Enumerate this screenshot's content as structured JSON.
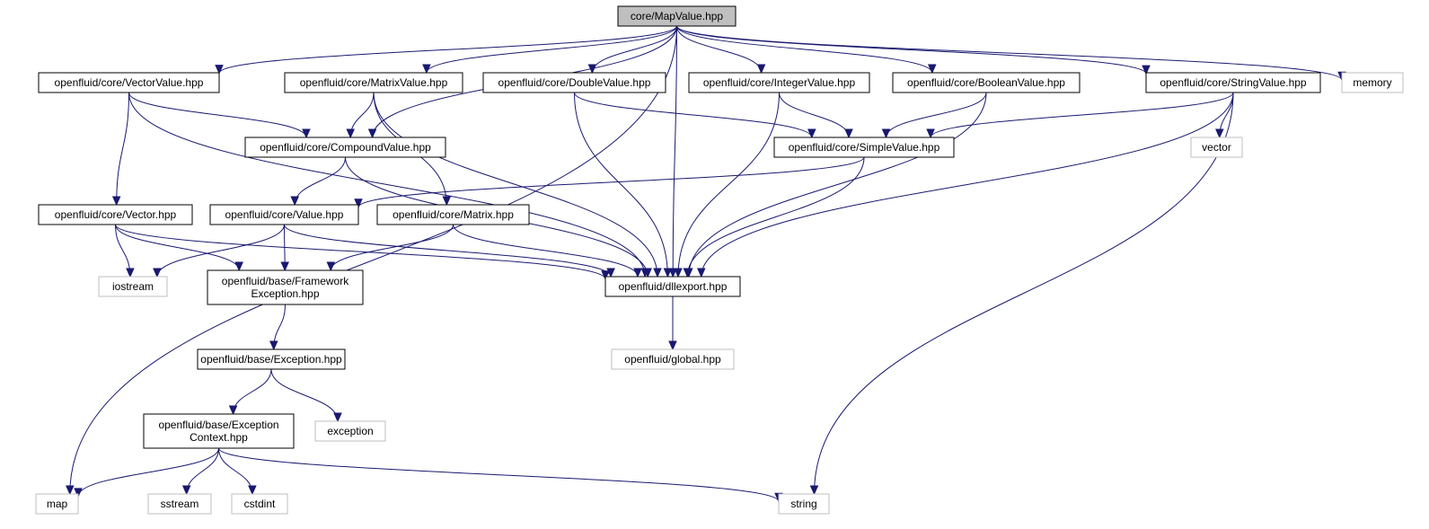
{
  "graph": {
    "nodes": {
      "root": {
        "lines": [
          "core/MapValue.hpp"
        ],
        "kind": "root"
      },
      "vectorvalue": {
        "lines": [
          "openfluid/core/VectorValue.hpp"
        ],
        "kind": "internal"
      },
      "matrixvalue": {
        "lines": [
          "openfluid/core/MatrixValue.hpp"
        ],
        "kind": "internal"
      },
      "doublevalue": {
        "lines": [
          "openfluid/core/DoubleValue.hpp"
        ],
        "kind": "internal"
      },
      "integervalue": {
        "lines": [
          "openfluid/core/IntegerValue.hpp"
        ],
        "kind": "internal"
      },
      "booleanvalue": {
        "lines": [
          "openfluid/core/BooleanValue.hpp"
        ],
        "kind": "internal"
      },
      "stringvalue": {
        "lines": [
          "openfluid/core/StringValue.hpp"
        ],
        "kind": "internal"
      },
      "memory": {
        "lines": [
          "memory"
        ],
        "kind": "external"
      },
      "compoundvalue": {
        "lines": [
          "openfluid/core/CompoundValue.hpp"
        ],
        "kind": "internal"
      },
      "simplevalue": {
        "lines": [
          "openfluid/core/SimpleValue.hpp"
        ],
        "kind": "internal"
      },
      "vector": {
        "lines": [
          "vector"
        ],
        "kind": "external"
      },
      "vectorhpp": {
        "lines": [
          "openfluid/core/Vector.hpp"
        ],
        "kind": "internal"
      },
      "value": {
        "lines": [
          "openfluid/core/Value.hpp"
        ],
        "kind": "internal"
      },
      "matrix": {
        "lines": [
          "openfluid/core/Matrix.hpp"
        ],
        "kind": "internal"
      },
      "iostream": {
        "lines": [
          "iostream"
        ],
        "kind": "external"
      },
      "frameworkexc": {
        "lines": [
          "openfluid/base/Framework",
          "Exception.hpp"
        ],
        "kind": "internal"
      },
      "dllexport": {
        "lines": [
          "openfluid/dllexport.hpp"
        ],
        "kind": "internal"
      },
      "global": {
        "lines": [
          "openfluid/global.hpp"
        ],
        "kind": "external"
      },
      "exception_hpp": {
        "lines": [
          "openfluid/base/Exception.hpp"
        ],
        "kind": "internal"
      },
      "exception": {
        "lines": [
          "exception"
        ],
        "kind": "external"
      },
      "exccontext": {
        "lines": [
          "openfluid/base/Exception",
          "Context.hpp"
        ],
        "kind": "internal"
      },
      "map": {
        "lines": [
          "map"
        ],
        "kind": "external"
      },
      "sstream": {
        "lines": [
          "sstream"
        ],
        "kind": "external"
      },
      "cstdint": {
        "lines": [
          "cstdint"
        ],
        "kind": "external"
      },
      "string": {
        "lines": [
          "string"
        ],
        "kind": "external"
      }
    },
    "edges": [
      [
        "root",
        "map"
      ],
      [
        "root",
        "vectorvalue"
      ],
      [
        "root",
        "compoundvalue"
      ],
      [
        "root",
        "matrixvalue"
      ],
      [
        "root",
        "doublevalue"
      ],
      [
        "root",
        "integervalue"
      ],
      [
        "root",
        "booleanvalue"
      ],
      [
        "root",
        "dllexport"
      ],
      [
        "root",
        "stringvalue"
      ],
      [
        "root",
        "memory"
      ],
      [
        "vectorvalue",
        "vectorhpp"
      ],
      [
        "vectorvalue",
        "compoundvalue"
      ],
      [
        "vectorvalue",
        "dllexport"
      ],
      [
        "matrixvalue",
        "compoundvalue"
      ],
      [
        "matrixvalue",
        "matrix"
      ],
      [
        "matrixvalue",
        "dllexport"
      ],
      [
        "doublevalue",
        "simplevalue"
      ],
      [
        "doublevalue",
        "dllexport"
      ],
      [
        "integervalue",
        "simplevalue"
      ],
      [
        "integervalue",
        "dllexport"
      ],
      [
        "booleanvalue",
        "simplevalue"
      ],
      [
        "booleanvalue",
        "dllexport"
      ],
      [
        "stringvalue",
        "simplevalue"
      ],
      [
        "stringvalue",
        "vector"
      ],
      [
        "stringvalue",
        "dllexport"
      ],
      [
        "stringvalue",
        "string"
      ],
      [
        "compoundvalue",
        "value"
      ],
      [
        "compoundvalue",
        "dllexport"
      ],
      [
        "simplevalue",
        "value"
      ],
      [
        "simplevalue",
        "dllexport"
      ],
      [
        "vectorhpp",
        "iostream"
      ],
      [
        "vectorhpp",
        "frameworkexc"
      ],
      [
        "vectorhpp",
        "dllexport"
      ],
      [
        "value",
        "iostream"
      ],
      [
        "value",
        "frameworkexc"
      ],
      [
        "value",
        "dllexport"
      ],
      [
        "matrix",
        "frameworkexc"
      ],
      [
        "matrix",
        "dllexport"
      ],
      [
        "frameworkexc",
        "exception_hpp"
      ],
      [
        "dllexport",
        "global"
      ],
      [
        "exception_hpp",
        "exccontext"
      ],
      [
        "exception_hpp",
        "exception"
      ],
      [
        "exccontext",
        "map"
      ],
      [
        "exccontext",
        "sstream"
      ],
      [
        "exccontext",
        "cstdint"
      ],
      [
        "exccontext",
        "string"
      ]
    ]
  }
}
